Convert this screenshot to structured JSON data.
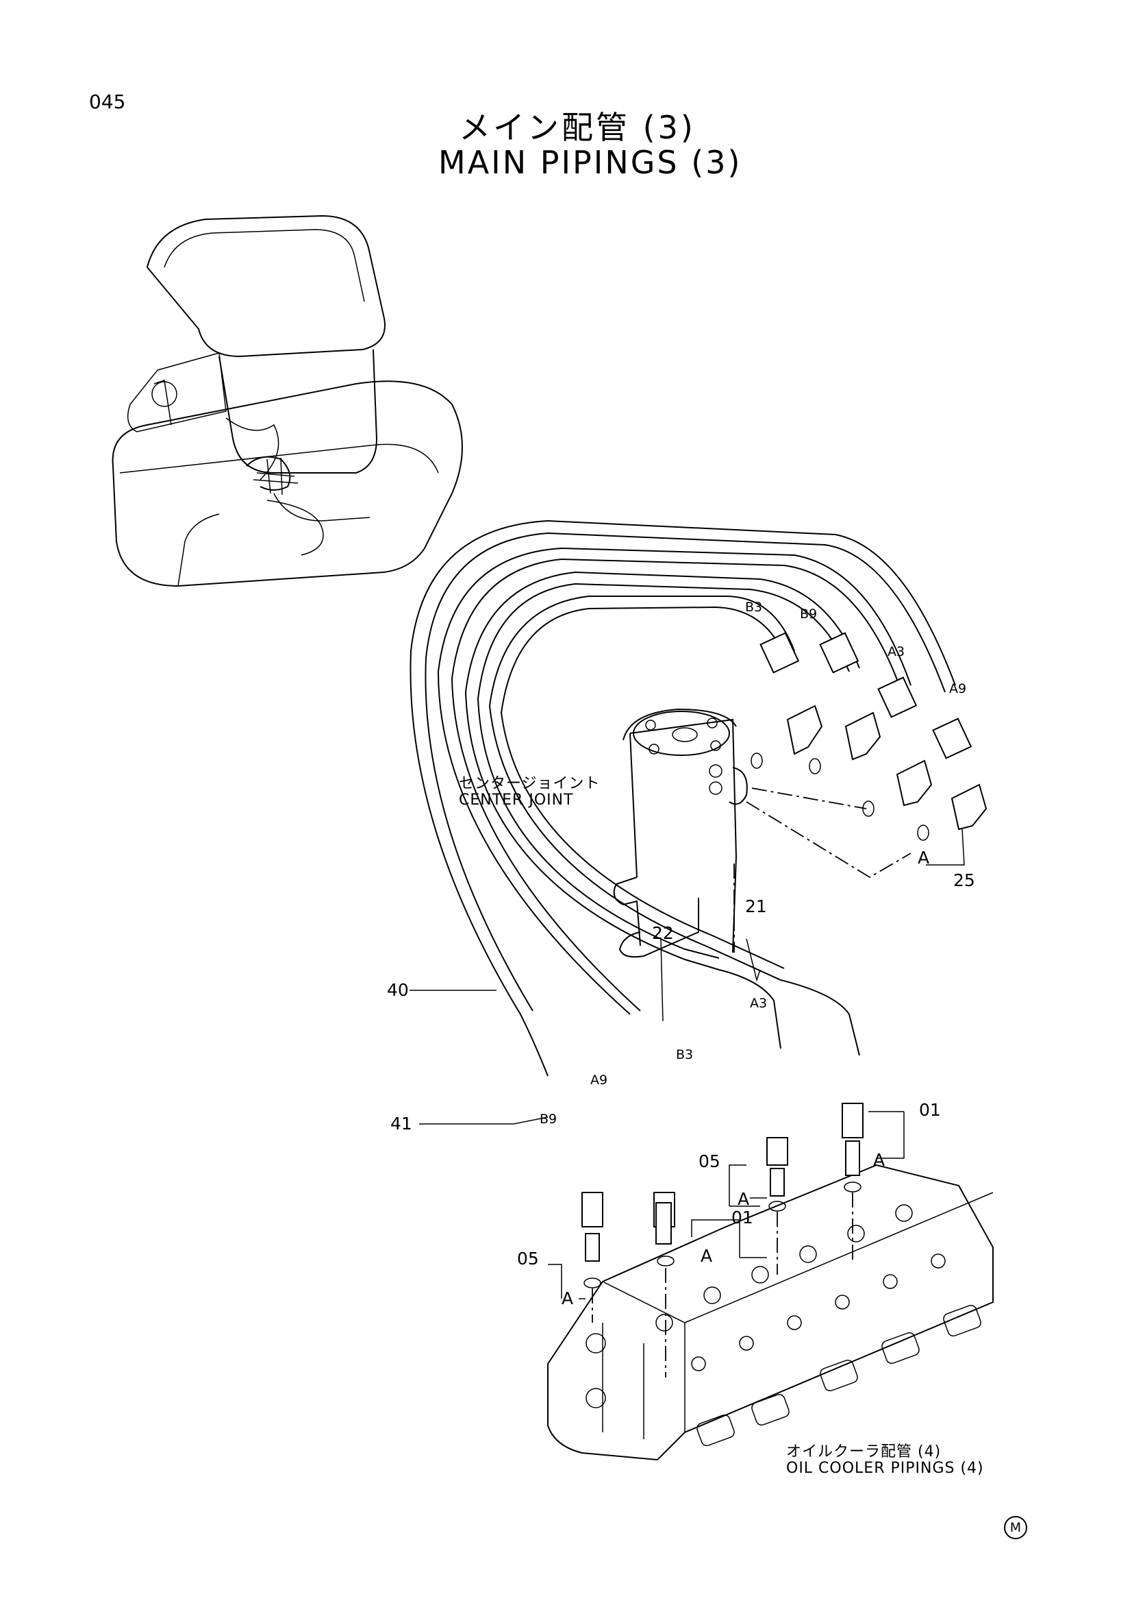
{
  "page_number": "045",
  "title_jp": "メイン配管 (3)",
  "title_en": "MAIN PIPINGS (3)",
  "callouts": {
    "center_joint_jp": "センタージョイント",
    "center_joint_en": "CENTER JOINT",
    "oil_cooler_jp": "オイルクーラ配管 (4)",
    "oil_cooler_en": "OIL COOLER PIPINGS (4)"
  },
  "part_numbers": {
    "p01_upper": "01",
    "p01_lower": "01",
    "p05_upper": "05",
    "p05_lower": "05",
    "p21": "21",
    "p22": "22",
    "p25": "25",
    "p40": "40",
    "p41": "41"
  },
  "port_labels": {
    "top_b3": "B3",
    "top_b9": "B9",
    "top_a3": "A3",
    "top_a9": "A9",
    "bot_a3": "A3",
    "bot_b3": "B3",
    "bot_a9": "A9",
    "bot_b9": "B9"
  },
  "detail_refs": {
    "a_25": "A",
    "a_01_upper": "A",
    "a_05_upper": "A",
    "a_01_lower": "A",
    "a_05_lower": "A"
  },
  "brand_mark": "M"
}
